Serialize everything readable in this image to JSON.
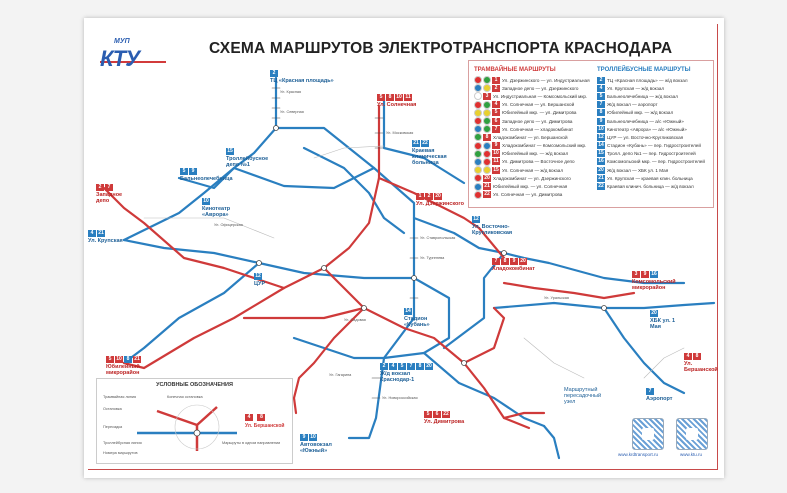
{
  "header": {
    "logo_small": "МУП",
    "logo_big": "КТУ",
    "title": "СХЕМА МАРШРУТОВ ЭЛЕКТРОТРАНСПОРТА КРАСНОДАРА"
  },
  "colors": {
    "tram": "#cf3a3a",
    "trolleybus": "#2a7fc0",
    "frame": "#c84a4a"
  },
  "terminals": [
    {
      "name": "ТЦ «Красная площадь»",
      "routes": [
        {
          "n": "2",
          "t": "trol"
        }
      ]
    },
    {
      "name": "Ул. Солнечная",
      "routes": [
        {
          "n": "5",
          "t": "tram"
        },
        {
          "n": "8",
          "t": "tram"
        },
        {
          "n": "10",
          "t": "tram"
        },
        {
          "n": "11",
          "t": "tram"
        }
      ]
    },
    {
      "name": "Западное депо",
      "routes": [
        {
          "n": "2",
          "t": "tram"
        },
        {
          "n": "7",
          "t": "tram"
        }
      ]
    },
    {
      "name": "Троллейбусное депо №1",
      "routes": [
        {
          "n": "15",
          "t": "trol"
        }
      ]
    },
    {
      "name": "Бальнеолечебница",
      "routes": [
        {
          "n": "5",
          "t": "trol"
        },
        {
          "n": "9",
          "t": "trol"
        }
      ]
    },
    {
      "name": "Кинотеатр «Аврора»",
      "routes": [
        {
          "n": "10",
          "t": "trol"
        }
      ]
    },
    {
      "name": "Краевая клиническая больница",
      "routes": [
        {
          "n": "21",
          "t": "trol"
        },
        {
          "n": "22",
          "t": "trol"
        }
      ]
    },
    {
      "name": "Ул. Дзержинского",
      "routes": [
        {
          "n": "1",
          "t": "tram"
        },
        {
          "n": "2",
          "t": "tram"
        },
        {
          "n": "20",
          "t": "tram"
        }
      ]
    },
    {
      "name": "Ул. Восточно-Кругликовская",
      "routes": [
        {
          "n": "12",
          "t": "trol"
        }
      ]
    },
    {
      "name": "Ул. Крупская",
      "routes": [
        {
          "n": "4",
          "t": "trol"
        },
        {
          "n": "21",
          "t": "trol"
        }
      ]
    },
    {
      "name": "ЦУР",
      "routes": [
        {
          "n": "12",
          "t": "trol"
        }
      ]
    },
    {
      "name": "Хладокомбинат",
      "routes": [
        {
          "n": "7",
          "t": "tram"
        },
        {
          "n": "8",
          "t": "tram"
        },
        {
          "n": "9",
          "t": "tram"
        },
        {
          "n": "20",
          "t": "tram"
        }
      ]
    },
    {
      "name": "Комсомольский микрорайон",
      "routes": [
        {
          "n": "3",
          "t": "tram"
        },
        {
          "n": "9",
          "t": "tram"
        },
        {
          "n": "16",
          "t": "trol"
        }
      ]
    },
    {
      "name": "ХБК ул. 1 Мая",
      "routes": [
        {
          "n": "20",
          "t": "trol"
        }
      ]
    },
    {
      "name": "Стадион «Кубань»",
      "routes": [
        {
          "n": "14",
          "t": "trol"
        }
      ]
    },
    {
      "name": "Юбилейный микрорайон",
      "routes": [
        {
          "n": "5",
          "t": "tram"
        },
        {
          "n": "10",
          "t": "tram"
        },
        {
          "n": "8",
          "t": "trol"
        },
        {
          "n": "21",
          "t": "tram"
        }
      ]
    },
    {
      "name": "Ж/д вокзал Краснодар-1",
      "routes": [
        {
          "n": "2",
          "t": "trol"
        },
        {
          "n": "4",
          "t": "trol"
        },
        {
          "n": "5",
          "t": "trol"
        },
        {
          "n": "7",
          "t": "trol"
        },
        {
          "n": "8",
          "t": "trol"
        },
        {
          "n": "20",
          "t": "trol"
        }
      ]
    },
    {
      "name": "Ул. Димитрова",
      "routes": [
        {
          "n": "5",
          "t": "tram"
        },
        {
          "n": "6",
          "t": "tram"
        },
        {
          "n": "22",
          "t": "tram"
        }
      ]
    },
    {
      "name": "Автовокзал «Южный»",
      "routes": [
        {
          "n": "9",
          "t": "trol"
        },
        {
          "n": "10",
          "t": "trol"
        }
      ]
    },
    {
      "name": "Ул. Бершанской",
      "routes": [
        {
          "n": "4",
          "t": "tram"
        },
        {
          "n": "8",
          "t": "tram"
        }
      ]
    },
    {
      "name": "Аэропорт",
      "routes": [
        {
          "n": "7",
          "t": "trol"
        }
      ]
    },
    {
      "name": "Маршрутный пересадочный узел",
      "routes": []
    }
  ],
  "legend": {
    "tram_heading": "ТРАМВАЙНЫЕ МАРШРУТЫ",
    "trolleybus_heading": "ТРОЛЛЕЙБУСНЫЕ МАРШРУТЫ",
    "tram": [
      {
        "n": "1",
        "text": "Ул. Дзержинского — ул. Индустриальная",
        "dots": [
          "#e03030",
          "#30a040"
        ]
      },
      {
        "n": "2",
        "text": "Западное депо — ул. Дзержинского",
        "dots": [
          "#2a7fc0",
          "#e8d030"
        ]
      },
      {
        "n": "3",
        "text": "Ул. Индустриальная — Комсомольский мкр.",
        "dots": [
          "#ffffff"
        ]
      },
      {
        "n": "4",
        "text": "Ул. Солнечная — ул. Бершанской",
        "dots": [
          "#e03030",
          "#30a040"
        ]
      },
      {
        "n": "5",
        "text": "Юбилейный мкр. — ул. Димитрова",
        "dots": [
          "#e8d030",
          "#e8d030"
        ]
      },
      {
        "n": "6",
        "text": "Западное депо — ул. Димитрова",
        "dots": [
          "#e03030",
          "#30a040"
        ]
      },
      {
        "n": "7",
        "text": "Ул. Солнечная — хладокомбинат",
        "dots": [
          "#2a7fc0",
          "#30a040"
        ]
      },
      {
        "n": "8",
        "text": "Хладокомбинат — ул. Бершанской",
        "dots": [
          "#30a040"
        ]
      },
      {
        "n": "9",
        "text": "Хладокомбинат — Комсомольский мкр.",
        "dots": [
          "#e03030",
          "#2a7fc0"
        ]
      },
      {
        "n": "10",
        "text": "Юбилейный мкр. — ж/д вокзал",
        "dots": [
          "#30a040",
          "#e03030"
        ]
      },
      {
        "n": "11",
        "text": "Ул. Димитрова — Восточное депо",
        "dots": [
          "#2a7fc0",
          "#e03030"
        ]
      },
      {
        "n": "15",
        "text": "Ул. Солнечная — ж/д вокзал",
        "dots": [
          "#e8d030",
          "#e8d030"
        ]
      },
      {
        "n": "20",
        "text": "Хладокомбинат — ул. Дзержинского",
        "dots": [
          "#e03030"
        ]
      },
      {
        "n": "21",
        "text": "Юбилейный мкр. — ул. Солнечная",
        "dots": [
          "#2a7fc0"
        ]
      },
      {
        "n": "22",
        "text": "Ул. Солнечная — ул. Димитрова",
        "dots": [
          "#e03030"
        ]
      }
    ],
    "trolleybus": [
      {
        "n": "2",
        "text": "ТЦ «Красная площадь» — ж/д вокзал"
      },
      {
        "n": "4",
        "text": "Ул. Крупская — ж/д вокзал"
      },
      {
        "n": "5",
        "text": "Бальнеолечебница — ж/д вокзал"
      },
      {
        "n": "7",
        "text": "Ж/д вокзал — аэропорт"
      },
      {
        "n": "8",
        "text": "Юбилейный мкр. — ж/д вокзал"
      },
      {
        "n": "9",
        "text": "Бальнеолечебница — а/с «Южный»"
      },
      {
        "n": "10",
        "text": "Кинотеатр «Аврора» — а/с «Южный»"
      },
      {
        "n": "12",
        "text": "ЦУР — ул. Восточно-Кругликовская"
      },
      {
        "n": "14",
        "text": "Стадион «Кубань» — пер. Гидростроителей"
      },
      {
        "n": "15",
        "text": "Тролл. депо №1 — пер. Гидростроителей"
      },
      {
        "n": "16",
        "text": "Комсомольский мкр. — пер. Гидростроителей"
      },
      {
        "n": "20",
        "text": "Ж/д вокзал — ХБК ул. 1 Мая"
      },
      {
        "n": "21",
        "text": "Ул. Крупская — краевая клин. больница"
      },
      {
        "n": "22",
        "text": "Краевая клинич. больница — ж/д вокзал"
      }
    ]
  },
  "symbols": {
    "heading": "УСЛОВНЫЕ ОБОЗНАЧЕНИЯ",
    "items": [
      "Трамвайная линия",
      "Троллейбусная линия",
      "Остановка",
      "Конечная остановка",
      "Пересадка",
      "Маршруты в одном направлении",
      "Номера маршрутов"
    ],
    "sample_terminal": "Ул. Бершанской",
    "sample_routes": [
      "4",
      "8"
    ]
  },
  "streets": [
    "Ул. Красная",
    "Ул. Северная",
    "Ул. Ставропольская",
    "Ул. Тургенева",
    "Ул. Уральская",
    "Ул. Московская",
    "Ул. Садовая",
    "Ул. Гагарина",
    "Ул. Офицерская",
    "Ул. Новороссийская"
  ],
  "footer": {
    "url1": "www.krdtransport.ru",
    "url2": "www.ktu.ru"
  }
}
